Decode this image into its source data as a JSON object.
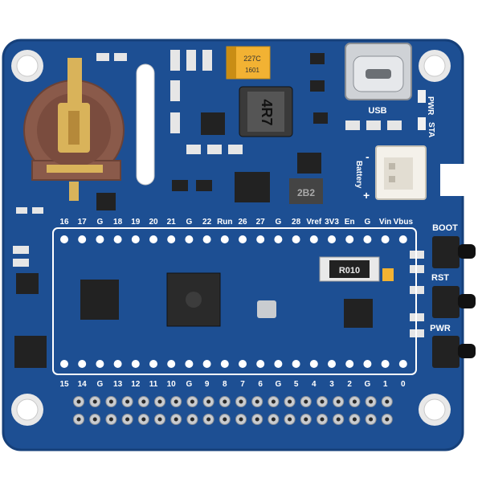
{
  "board": {
    "top_pin_labels": [
      "16",
      "17",
      "G",
      "18",
      "19",
      "20",
      "21",
      "G",
      "22",
      "Run",
      "26",
      "27",
      "G",
      "28",
      "Vref",
      "3V3",
      "En",
      "G",
      "Vin",
      "Vbus"
    ],
    "bottom_pin_labels": [
      "15",
      "14",
      "G",
      "13",
      "12",
      "11",
      "10",
      "G",
      "9",
      "8",
      "7",
      "6",
      "G",
      "5",
      "4",
      "3",
      "2",
      "G",
      "1",
      "0"
    ],
    "button_labels": {
      "boot": "BOOT",
      "rst": "RST",
      "pwr": "PWR"
    },
    "usb_label": "USB",
    "led_labels": {
      "pwr": "PWR",
      "sta": "STA"
    },
    "battery_label": "Battery",
    "component_markings": {
      "inductor": "4R7",
      "shunt": "R010",
      "cap_top": "227C",
      "cap_bottom": "1601",
      "small_chip": "2B2"
    },
    "polarity": {
      "minus": "-",
      "plus": "+"
    }
  },
  "colors": {
    "pcb": "#1d4f93",
    "pcb_edge": "#16407a",
    "silkscreen": "#ffffff",
    "gold": "#d9b35a",
    "holder": "#8a5a4a",
    "chip": "#222222",
    "tantalum": "#f2b233"
  },
  "icons": [
    "coin-cell-holder-icon",
    "usb-c-connector-icon",
    "battery-connector-icon",
    "tactile-button-icon",
    "mounting-hole-icon"
  ]
}
